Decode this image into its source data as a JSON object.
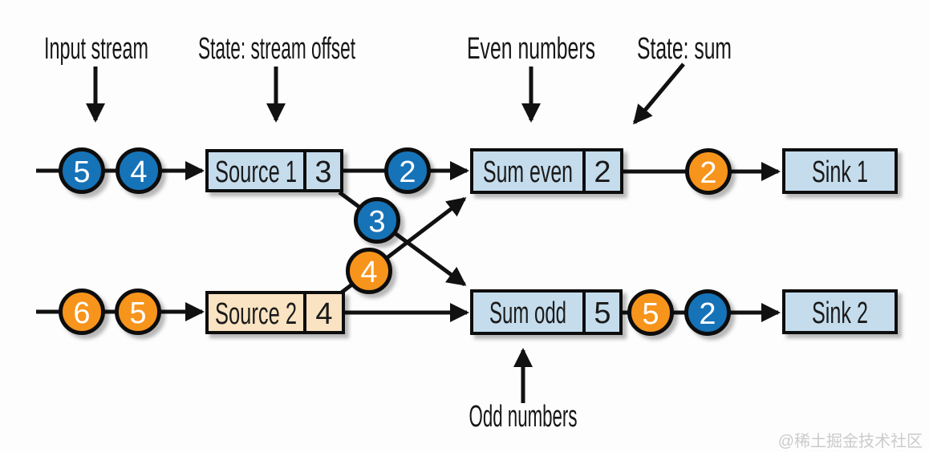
{
  "annotations": {
    "input_stream": "Input stream",
    "state_stream_offset": "State: stream offset",
    "even_numbers": "Even numbers",
    "state_sum": "State: sum",
    "odd_numbers": "Odd numbers"
  },
  "nodes": {
    "source1": {
      "label": "Source 1",
      "state": "3"
    },
    "source2": {
      "label": "Source 2",
      "state": "4"
    },
    "sum_even": {
      "label": "Sum even",
      "state": "2"
    },
    "sum_odd": {
      "label": "Sum odd",
      "state": "5"
    },
    "sink1": {
      "label": "Sink 1"
    },
    "sink2": {
      "label": "Sink 2"
    }
  },
  "stream_elements": {
    "top_incoming_1": "5",
    "top_incoming_2": "4",
    "top_between": "2",
    "top_result": "2",
    "cross_to_sum_odd": "3",
    "cross_to_sum_even": "4",
    "bottom_incoming_1": "6",
    "bottom_incoming_2": "5",
    "bottom_result_1": "5",
    "bottom_result_2": "2"
  },
  "colors": {
    "blue": "#1473b8",
    "orange": "#f7941e",
    "box_blue": "#c5dcec",
    "box_peach": "#fae3c2",
    "line": "#111111",
    "box_text": "#1a1a1a",
    "circle_text": "#ffffff",
    "watermark": "#cbcbcb",
    "background": "#fdfdfd"
  },
  "watermark": {
    "text": "@稀土掘金技术社区"
  }
}
